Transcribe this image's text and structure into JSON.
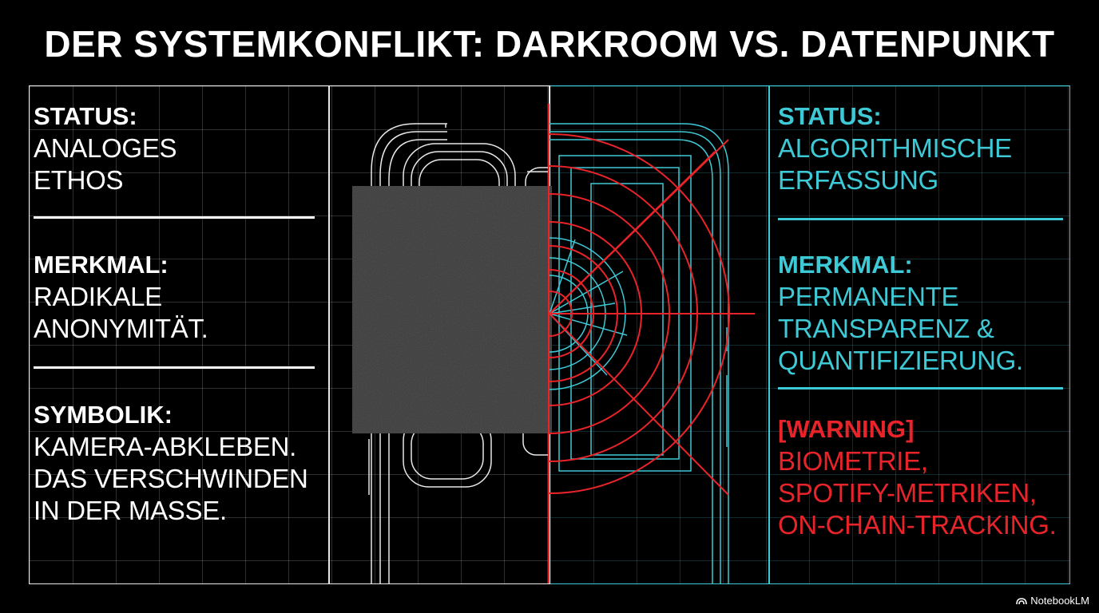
{
  "title": "DER SYSTEMKONFLIKT: DARKROOM VS. DATENPUNKT",
  "left": {
    "status_label": "STATUS:",
    "status_value_1": "ANALOGES",
    "status_value_2": "ETHOS",
    "merkmal_label": "MERKMAL:",
    "merkmal_value_1": "RADIKALE",
    "merkmal_value_2": "ANONYMITÄT.",
    "symbolik_label": "SYMBOLIK:",
    "symbolik_value_1": "KAMERA-ABKLEBEN.",
    "symbolik_value_2": "DAS VERSCHWINDEN",
    "symbolik_value_3": "IN DER MASSE."
  },
  "right": {
    "status_label": "STATUS:",
    "status_value_1": "ALGORITHMISCHE",
    "status_value_2": "ERFASSUNG",
    "merkmal_label": "MERKMAL:",
    "merkmal_value_1": "PERMANENTE",
    "merkmal_value_2": "TRANSPARENZ &",
    "merkmal_value_3": "QUANTIFIZIERUNG.",
    "warning_label": "[WARNING]",
    "warning_value_1": "BIOMETRIE,",
    "warning_value_2": "SPOTIFY-METRIKEN,",
    "warning_value_3": "ON-CHAIN-TRACKING."
  },
  "brand": "NotebookLM",
  "colors": {
    "left_line": "#e8e8e8",
    "right_line": "#3ec9d6",
    "warning": "#e8242a",
    "tape": "#3a3a3a",
    "background": "#000000"
  }
}
